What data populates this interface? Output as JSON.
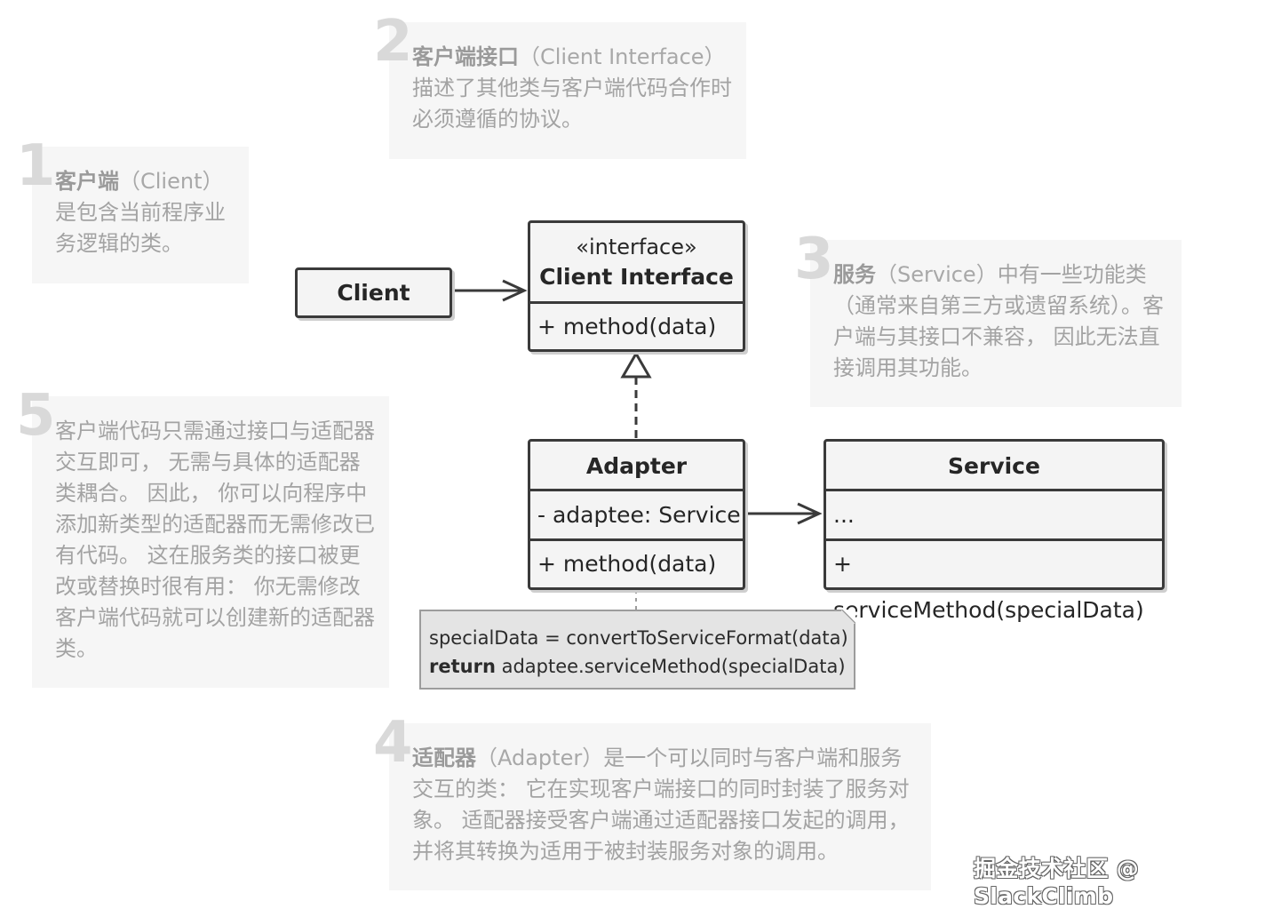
{
  "notes": {
    "n1": {
      "number": "1",
      "lead": "客户端",
      "paren": "（Client）",
      "body": "是包含当前程序业务逻辑的类。"
    },
    "n2": {
      "number": "2",
      "lead": "客户端接口",
      "paren": "（Client Interface）",
      "body": "描述了其他类与客户端代码合作时必须遵循的协议。"
    },
    "n3": {
      "number": "3",
      "lead": "服务",
      "paren": "（Service）",
      "body": "中有一些功能类（通常来自第三方或遗留系统）。客户端与其接口不兼容， 因此无法直接调用其功能。"
    },
    "n4": {
      "number": "4",
      "lead": "适配器",
      "paren": "（Adapter）",
      "body": "是一个可以同时与客户端和服务交互的类： 它在实现客户端接口的同时封装了服务对象。 适配器接受客户端通过适配器接口发起的调用， 并将其转换为适用于被封装服务对象的调用。"
    },
    "n5": {
      "number": "5",
      "body": "客户端代码只需通过接口与适配器交互即可， 无需与具体的适配器类耦合。 因此， 你可以向程序中添加新类型的适配器而无需修改已有代码。 这在服务类的接口被更改或替换时很有用： 你无需修改客户端代码就可以创建新的适配器类。"
    }
  },
  "classes": {
    "client": {
      "title": "Client"
    },
    "client_interface": {
      "stereotype": "«interface»",
      "title": "Client Interface",
      "method": "+ method(data)"
    },
    "adapter": {
      "title": "Adapter",
      "field": "- adaptee: Service",
      "method": "+ method(data)"
    },
    "service": {
      "title": "Service",
      "field": "...",
      "method": "+ serviceMethod(specialData)"
    }
  },
  "code_note": {
    "line1": "specialData = convertToServiceFormat(data)",
    "keyword": "return",
    "line2_rest": " adaptee.serviceMethod(specialData)"
  },
  "watermark": "掘金技术社区 @ SlackClimb"
}
